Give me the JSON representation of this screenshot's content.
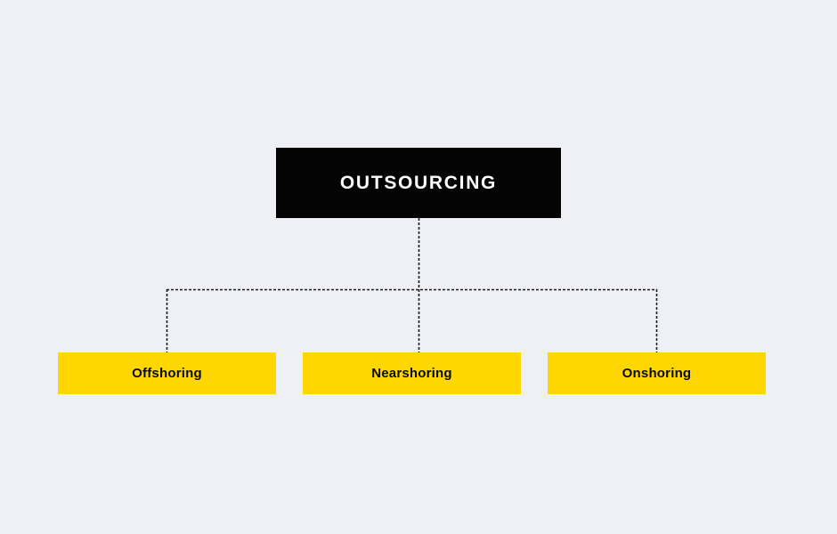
{
  "diagram": {
    "title": "OUTSOURCING",
    "background_color": "#eff0f5",
    "root": {
      "label": "OUTSOURCING",
      "fill_color": "#040404",
      "text_color": "#ffffff"
    },
    "connector": {
      "style": "dashed",
      "color": "#1a1a1a"
    },
    "children": [
      {
        "label": "Offshoring",
        "fill_color": "#ffd700",
        "text_color": "#0a0a0a"
      },
      {
        "label": "Nearshoring",
        "fill_color": "#ffd700",
        "text_color": "#0a0a0a"
      },
      {
        "label": "Onshoring",
        "fill_color": "#ffd700",
        "text_color": "#0a0a0a"
      }
    ]
  }
}
